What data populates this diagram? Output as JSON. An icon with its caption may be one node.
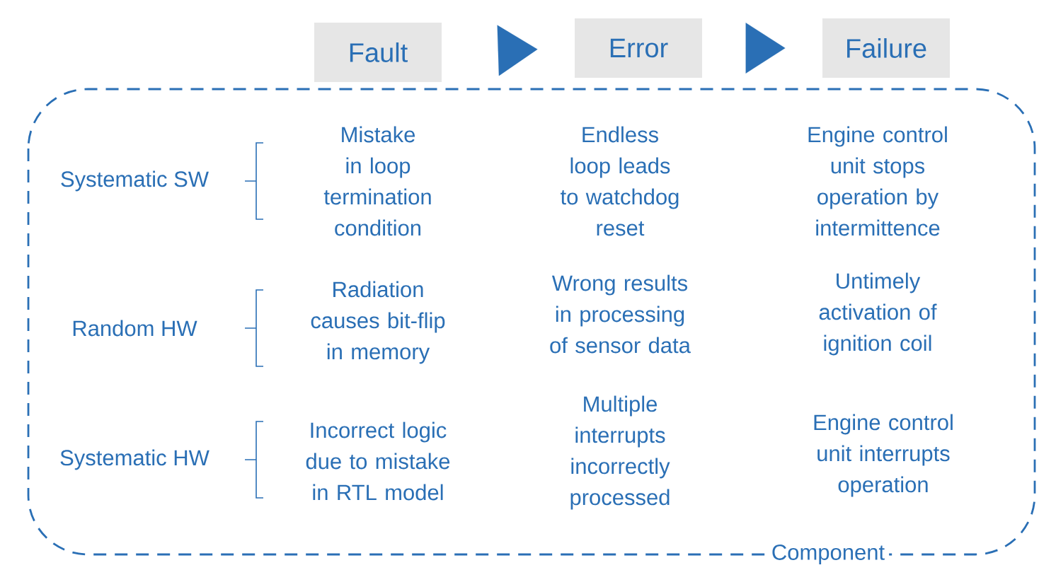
{
  "diagram": {
    "nodes": [
      {
        "text": [
          "Fault"
        ]
      },
      {
        "text": [
          "Error"
        ]
      },
      {
        "text": [
          "Failure"
        ]
      },
      {
        "text": [
          "Component"
        ]
      },
      {
        "text": [
          "Systematic SW"
        ],
        "in": 3
      },
      {
        "text": [
          "Mistake in loop termination condition"
        ],
        "in": 3
      },
      {
        "text": [
          "Endless loop leads to watchdog reset"
        ],
        "in": 3
      },
      {
        "text": [
          "Engine control unit stops operation by intermittence"
        ],
        "in": 3
      },
      {
        "text": [
          "Random HW"
        ],
        "in": 3
      },
      {
        "text": [
          "Radiation causes bit-flip in memory"
        ],
        "in": 3
      },
      {
        "text": [
          "Wrong results in processing of sensor data"
        ],
        "in": 3
      },
      {
        "text": [
          "Untimely activation of ignition coil"
        ],
        "in": 3
      },
      {
        "text": [
          "Systematic HW"
        ],
        "in": 3
      },
      {
        "text": [
          "Incorrect logic due to mistake in RTL model"
        ],
        "in": 3
      },
      {
        "text": [
          "Multiple interrupts incorrectly processed"
        ],
        "in": 3
      },
      {
        "text": [
          "Engine control unit interrupts operation"
        ],
        "in": 3
      }
    ],
    "edges": [
      {
        "from": 0,
        "to": 1,
        "arrow": "to"
      },
      {
        "from": 1,
        "to": 2,
        "arrow": "to"
      }
    ]
  }
}
